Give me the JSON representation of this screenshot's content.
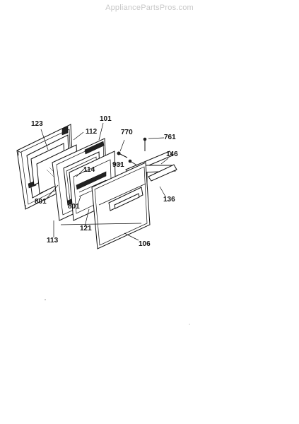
{
  "watermark": "AppliancePartsPros.com",
  "callouts": {
    "p123": "123",
    "p112": "112",
    "p101": "101",
    "p770": "770",
    "p761": "761",
    "p146": "146",
    "p931": "931",
    "p114": "114",
    "p801a": "801",
    "p801b": "801",
    "p136": "136",
    "p121": "121",
    "p113": "113",
    "p106": "106"
  }
}
